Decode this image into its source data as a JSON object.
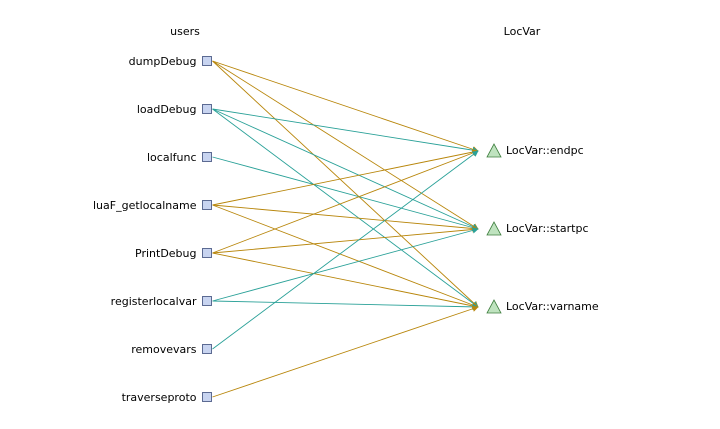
{
  "headers": {
    "left": "users",
    "right": "LocVar"
  },
  "colors": {
    "user_fill": "#c8d4f0",
    "user_stroke": "#3a4a7a",
    "field_fill": "#bfe3bf",
    "field_stroke": "#3f7f3f",
    "edge_orange": "#b8860b",
    "edge_teal": "#2aa198"
  },
  "users": [
    {
      "id": "dumpDebug",
      "label": "dumpDebug"
    },
    {
      "id": "loadDebug",
      "label": "loadDebug"
    },
    {
      "id": "localfunc",
      "label": "localfunc"
    },
    {
      "id": "luaF_getlocalname",
      "label": "luaF_getlocalname"
    },
    {
      "id": "PrintDebug",
      "label": "PrintDebug"
    },
    {
      "id": "registerlocalvar",
      "label": "registerlocalvar"
    },
    {
      "id": "removevars",
      "label": "removevars"
    },
    {
      "id": "traverseproto",
      "label": "traverseproto"
    }
  ],
  "fields": [
    {
      "id": "endpc",
      "label": "LocVar::endpc"
    },
    {
      "id": "startpc",
      "label": "LocVar::startpc"
    },
    {
      "id": "varname",
      "label": "LocVar::varname"
    }
  ],
  "edges": [
    {
      "from": "dumpDebug",
      "to": "endpc",
      "color": "orange"
    },
    {
      "from": "dumpDebug",
      "to": "startpc",
      "color": "orange"
    },
    {
      "from": "dumpDebug",
      "to": "varname",
      "color": "orange"
    },
    {
      "from": "loadDebug",
      "to": "endpc",
      "color": "teal"
    },
    {
      "from": "loadDebug",
      "to": "startpc",
      "color": "teal"
    },
    {
      "from": "loadDebug",
      "to": "varname",
      "color": "teal"
    },
    {
      "from": "localfunc",
      "to": "startpc",
      "color": "teal"
    },
    {
      "from": "luaF_getlocalname",
      "to": "endpc",
      "color": "orange"
    },
    {
      "from": "luaF_getlocalname",
      "to": "startpc",
      "color": "orange"
    },
    {
      "from": "luaF_getlocalname",
      "to": "varname",
      "color": "orange"
    },
    {
      "from": "PrintDebug",
      "to": "endpc",
      "color": "orange"
    },
    {
      "from": "PrintDebug",
      "to": "startpc",
      "color": "orange"
    },
    {
      "from": "PrintDebug",
      "to": "varname",
      "color": "orange"
    },
    {
      "from": "registerlocalvar",
      "to": "startpc",
      "color": "teal"
    },
    {
      "from": "registerlocalvar",
      "to": "varname",
      "color": "teal"
    },
    {
      "from": "removevars",
      "to": "endpc",
      "color": "teal"
    },
    {
      "from": "traverseproto",
      "to": "varname",
      "color": "orange"
    }
  ]
}
